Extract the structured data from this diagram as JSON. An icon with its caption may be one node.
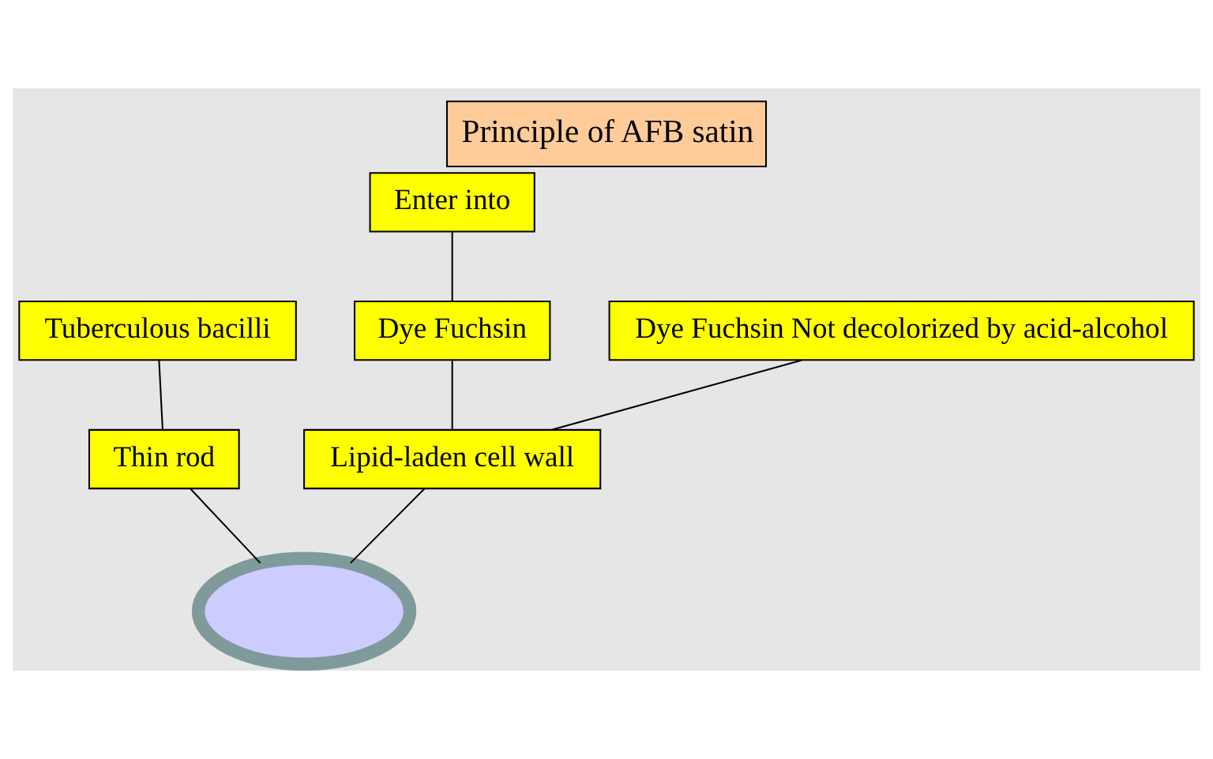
{
  "diagram": {
    "title": "Principle of AFB satin",
    "nodes": [
      {
        "text": [
          "Tuberculous bacilli"
        ]
      },
      {
        "text": [
          "Thin rod"
        ]
      },
      {
        "text": [],
        "shape": "circle"
      },
      {
        "text": [
          "Dye Fuchsin"
        ]
      },
      {
        "text": [
          "Enter into"
        ]
      },
      {
        "text": [
          "Lipid-laden cell wall"
        ]
      },
      {
        "text": [
          "Dye Fuchsin Not decolorized by acid-alcohol"
        ]
      }
    ],
    "edges": [
      {
        "from": 0,
        "to": 1,
        "arrow": "none"
      },
      {
        "from": 1,
        "to": 2,
        "arrow": "none"
      },
      {
        "from": 3,
        "to": 5,
        "arrow": "none"
      },
      {
        "from": 4,
        "to": 3,
        "arrow": "none"
      },
      {
        "from": 5,
        "to": 2,
        "arrow": "none"
      },
      {
        "from": 6,
        "to": 5,
        "arrow": "none"
      }
    ]
  }
}
